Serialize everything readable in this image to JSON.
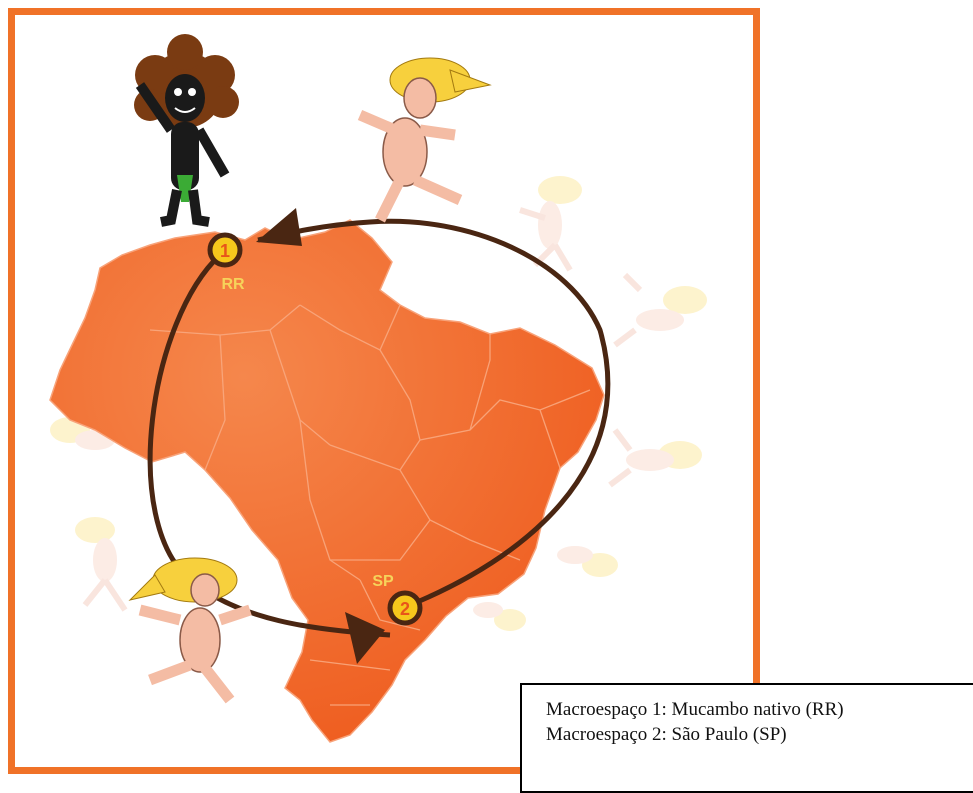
{
  "markers": [
    {
      "number": "1",
      "state": "RR"
    },
    {
      "number": "2",
      "state": "SP"
    }
  ],
  "legend": {
    "line1": "Macroespaço 1: Mucambo nativo (RR)",
    "line2": "Macroespaço 2: São Paulo (SP)"
  },
  "colors": {
    "frame": "#f07228",
    "map": "#f26a2a",
    "arrow": "#4a2612",
    "marker_fill": "#f6c71c"
  }
}
